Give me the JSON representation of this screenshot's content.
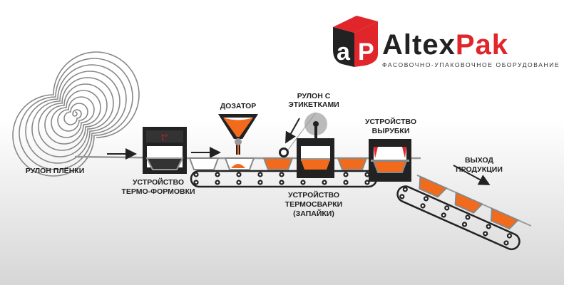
{
  "logo": {
    "brand_dark": "Altex",
    "brand_red": "Pak",
    "tagline": "ФАСОВОЧНО-УПАКОВОЧНОЕ ОБОРУДОВАНИЕ"
  },
  "labels": {
    "film_roll": "РУЛОН ПЛЁНКИ",
    "thermoforming": [
      "УСТРОЙСТВО",
      "ТЕРМО-ФОРМОВКИ"
    ],
    "dispenser": "ДОЗАТОР",
    "label_roll": [
      "РУЛОН С",
      "ЭТИКЕТКАМИ"
    ],
    "cutting": [
      "УСТРОЙСТВО",
      "ВЫРУБКИ"
    ],
    "sealing": [
      "УСТРОЙСТВО",
      "ТЕРМОСВАРКИ",
      "(ЗАПАЙКИ)"
    ],
    "output": [
      "ВЫХОД",
      "ПРОДУКЦИИ"
    ],
    "heater_mark": "t°"
  },
  "colors": {
    "accent": "#f26a1b",
    "brand_red": "#e0262b",
    "dark": "#222222",
    "film": "#9a9a9a"
  }
}
